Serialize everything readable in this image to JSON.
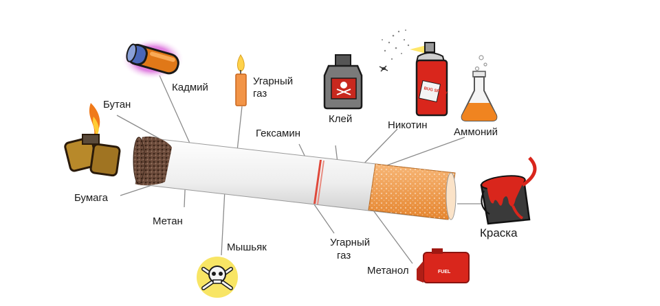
{
  "labels": {
    "butane": "Бутан",
    "cadmium": "Кадмий",
    "carbon_monoxide_top_1": "Угарный",
    "carbon_monoxide_top_2": "газ",
    "glue": "Клей",
    "nicotine": "Никотин",
    "ammonia": "Аммоний",
    "hexamine": "Гексамин",
    "paper": "Бумага",
    "methane": "Метан",
    "arsenic": "Мышьяк",
    "carbon_monoxide_bottom_1": "Угарный",
    "carbon_monoxide_bottom_2": "газ",
    "methanol": "Метанол",
    "paint": "Краска"
  },
  "icon_text": {
    "spray_can_label": "BUG SPRAY",
    "canister_label": "FUEL"
  },
  "colors": {
    "leader_line": "#8a8a8a",
    "filter": "#f29a4a",
    "paper": "#f2f2f2",
    "tobacco": "#6b4a3a",
    "red": "#d9261c"
  }
}
